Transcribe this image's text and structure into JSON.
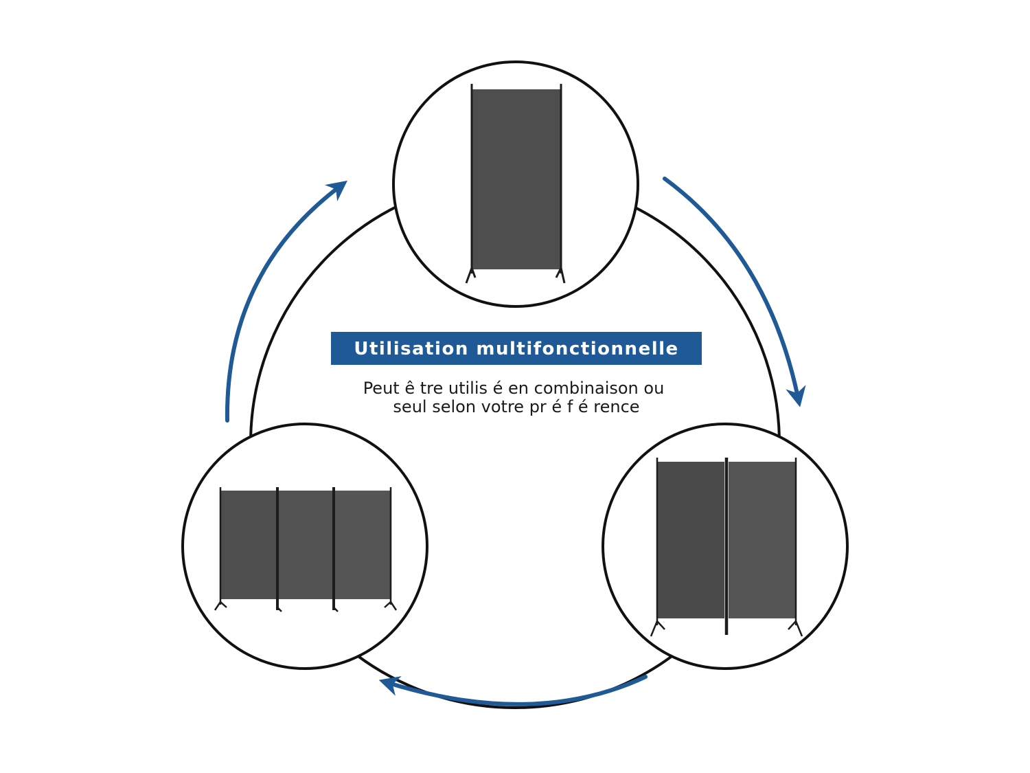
{
  "title": "Utilisation multifonctionnelle",
  "subtitle_line1": "Peut  ê tre utilis é  en combinaison ou",
  "subtitle_line2": "seul selon votre pr é f é rence",
  "colors": {
    "accent": "#1f5a96",
    "panel": "#4e4e4e",
    "frame": "#1c1c1c",
    "outline": "#111111"
  },
  "configurations": [
    {
      "name": "single-panel",
      "panels": 1
    },
    {
      "name": "two-panel",
      "panels": 2
    },
    {
      "name": "three-panel",
      "panels": 3
    }
  ]
}
